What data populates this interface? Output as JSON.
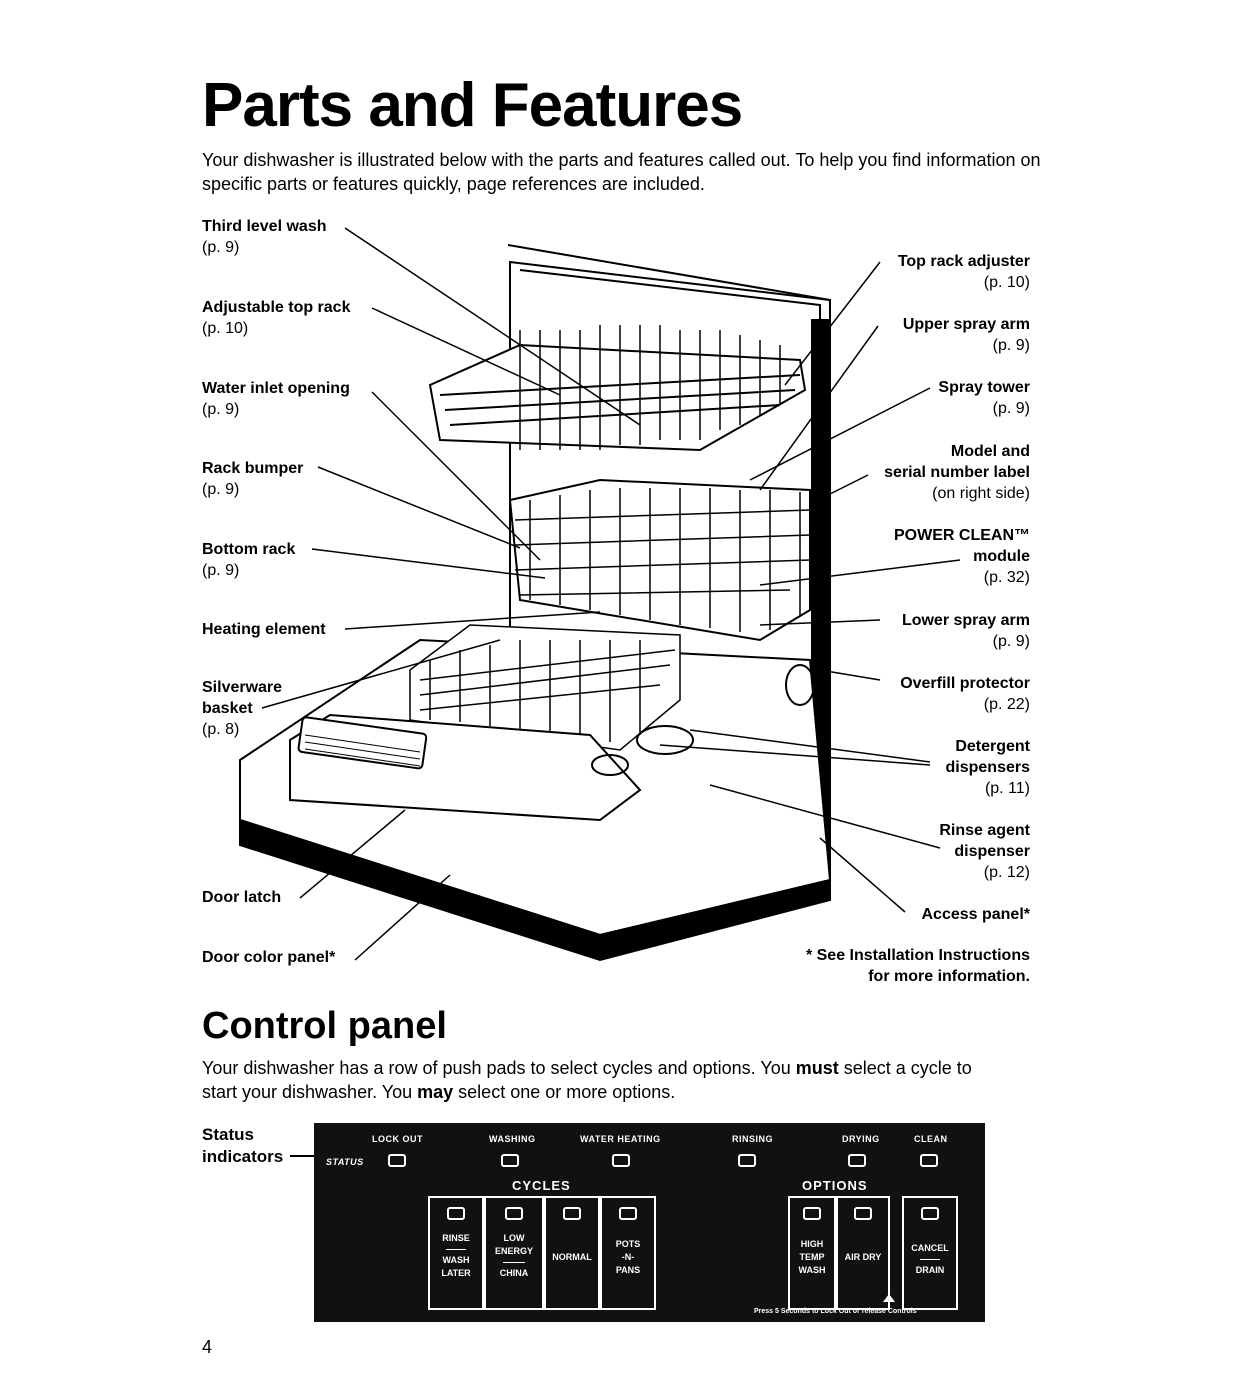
{
  "title": "Parts and Features",
  "intro": "Your dishwasher is illustrated below with the parts and features called out. To help you find information on specific parts or features quickly, page references are included.",
  "labels_left": [
    {
      "name": "Third level wash",
      "page": "(p. 9)"
    },
    {
      "name": "Adjustable top rack",
      "page": "(p. 10)"
    },
    {
      "name": "Water inlet opening",
      "page": "(p. 9)"
    },
    {
      "name": "Rack bumper",
      "page": "(p. 9)"
    },
    {
      "name": "Bottom rack",
      "page": "(p. 9)"
    },
    {
      "name": "Heating element",
      "page": ""
    },
    {
      "name": "Silverware",
      "name2": "basket",
      "page": "(p. 8)"
    },
    {
      "name": "Door latch",
      "page": ""
    },
    {
      "name": "Door color panel*",
      "page": ""
    }
  ],
  "labels_right": [
    {
      "name": "Top rack adjuster",
      "page": "(p. 10)"
    },
    {
      "name": "Upper spray arm",
      "page": "(p. 9)"
    },
    {
      "name": "Spray tower",
      "page": "(p. 9)"
    },
    {
      "name": "Model and",
      "name2": "serial number label",
      "page": "(on right side)"
    },
    {
      "name": "POWER CLEAN™",
      "name2": "module",
      "page": "(p. 32)"
    },
    {
      "name": "Lower spray arm",
      "page": "(p. 9)"
    },
    {
      "name": "Overfill protector",
      "page": "(p. 22)"
    },
    {
      "name": "Detergent",
      "name2": "dispensers",
      "page": "(p. 11)"
    },
    {
      "name": "Rinse agent",
      "name2": "dispenser",
      "page": "(p. 12)"
    },
    {
      "name": "Access panel*",
      "page": ""
    }
  ],
  "footnote": {
    "line1": "* See Installation Instructions",
    "line2": "for more information."
  },
  "control": {
    "title": "Control panel",
    "intro_a": "Your dishwasher has a row of push pads to select cycles and options. You ",
    "intro_must": "must",
    "intro_b": " select a cycle to start your dishwasher. You ",
    "intro_may": "may",
    "intro_c": " select one or more options.",
    "status_label_1": "Status",
    "status_label_2": "indicators"
  },
  "panel": {
    "status": "STATUS",
    "indicators": [
      "LOCK OUT",
      "WASHING",
      "WATER HEATING",
      "RINSING",
      "DRYING",
      "CLEAN"
    ],
    "cycles_title": "CYCLES",
    "options_title": "OPTIONS",
    "cycles": [
      {
        "a": "RINSE",
        "b": "WASH",
        "c": "LATER"
      },
      {
        "a": "LOW",
        "b": "ENERGY",
        "c": "CHINA"
      },
      {
        "a": "NORMAL"
      },
      {
        "a": "POTS",
        "b": "-N-",
        "c": "PANS"
      }
    ],
    "options": [
      {
        "a": "HIGH",
        "b": "TEMP",
        "c": "WASH"
      },
      {
        "a": "AIR DRY"
      }
    ],
    "cancel": {
      "a": "CANCEL",
      "b": "DRAIN"
    },
    "lockout_note": "Press 5 Seconds to Lock Out or release Controls"
  },
  "page_number": "4"
}
